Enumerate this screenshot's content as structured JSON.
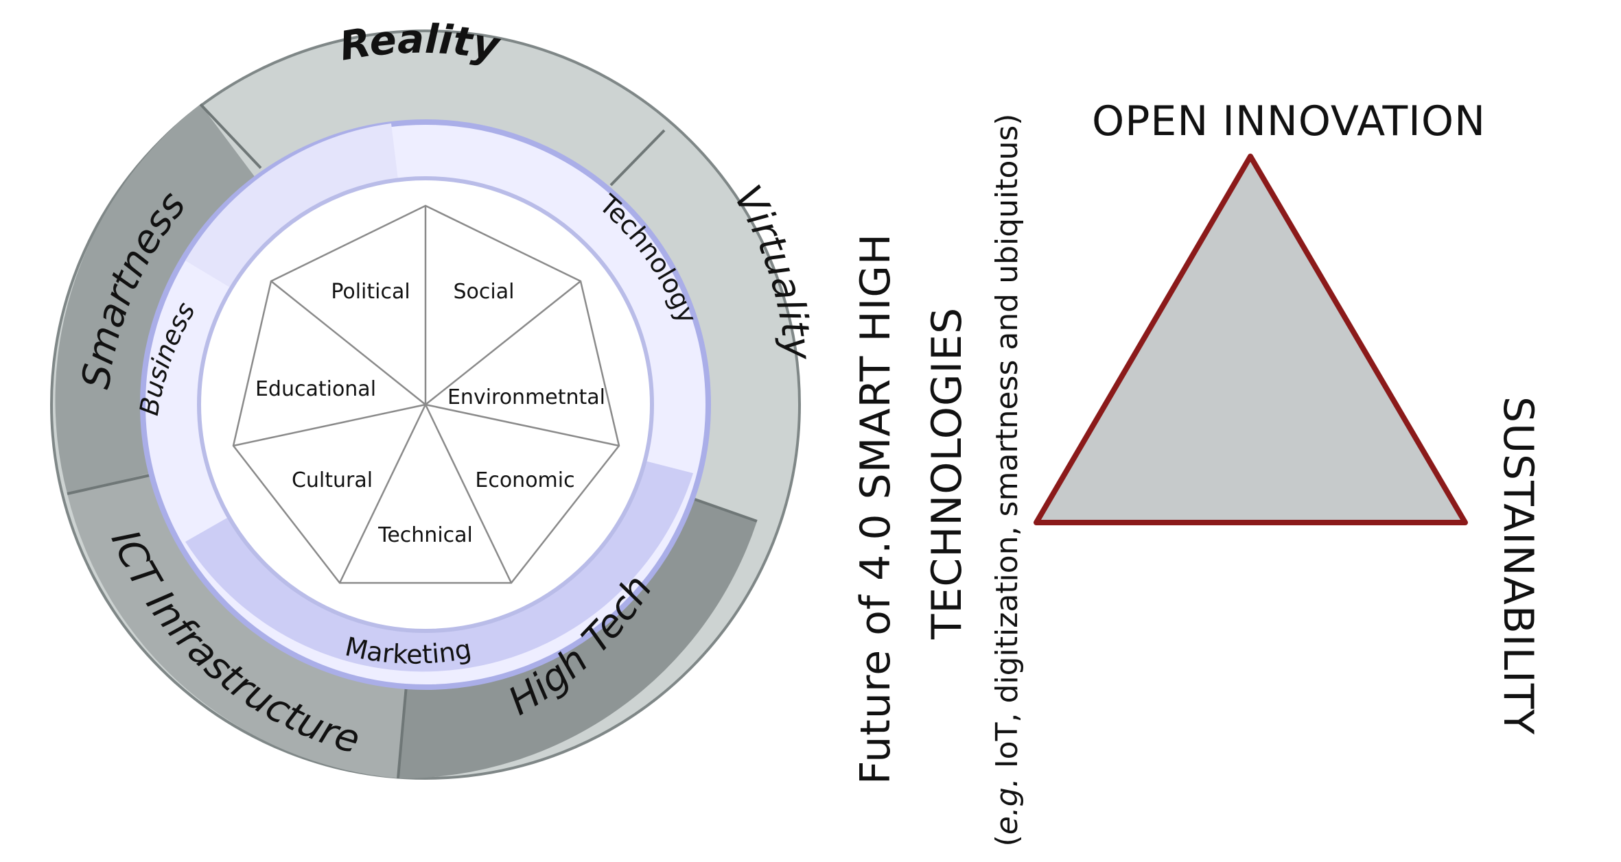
{
  "wheel": {
    "outer_ring": {
      "reality": "Reality",
      "virtuality": "Virtuality",
      "high_tech": "High Tech",
      "ict_infrastructure": "ICT Infrastructure",
      "smartness": "Smartness"
    },
    "middle_ring": {
      "technology": "Technology",
      "marketing": "Marketing",
      "business": "Business"
    },
    "inner_sectors": {
      "political": "Political",
      "social": "Social",
      "environmental": "Environmetntal",
      "economic": "Economic",
      "technical": "Technical",
      "cultural": "Cultural",
      "educational": "Educational"
    },
    "colors": {
      "outer_light": "#cdd3d2",
      "outer_dark": "#8e9595",
      "middle_light": "#eeeeff",
      "middle_purple": "#cccdf5",
      "ring_border": "#aaaee8"
    }
  },
  "triangle": {
    "top_label": "OPEN INNOVATION",
    "right_label": "SUSTAINABILITY",
    "left_label_line1": "Future of 4.0 SMART HIGH",
    "left_label_line2": "TECHNOLOGIES",
    "left_sub_prefix": "e.g.",
    "left_sub_rest": " IoT, digitization, smartness and ubiquitous)",
    "left_sub_open": "(",
    "colors": {
      "fill": "#c6cacb",
      "stroke": "#8b1a1a"
    }
  }
}
